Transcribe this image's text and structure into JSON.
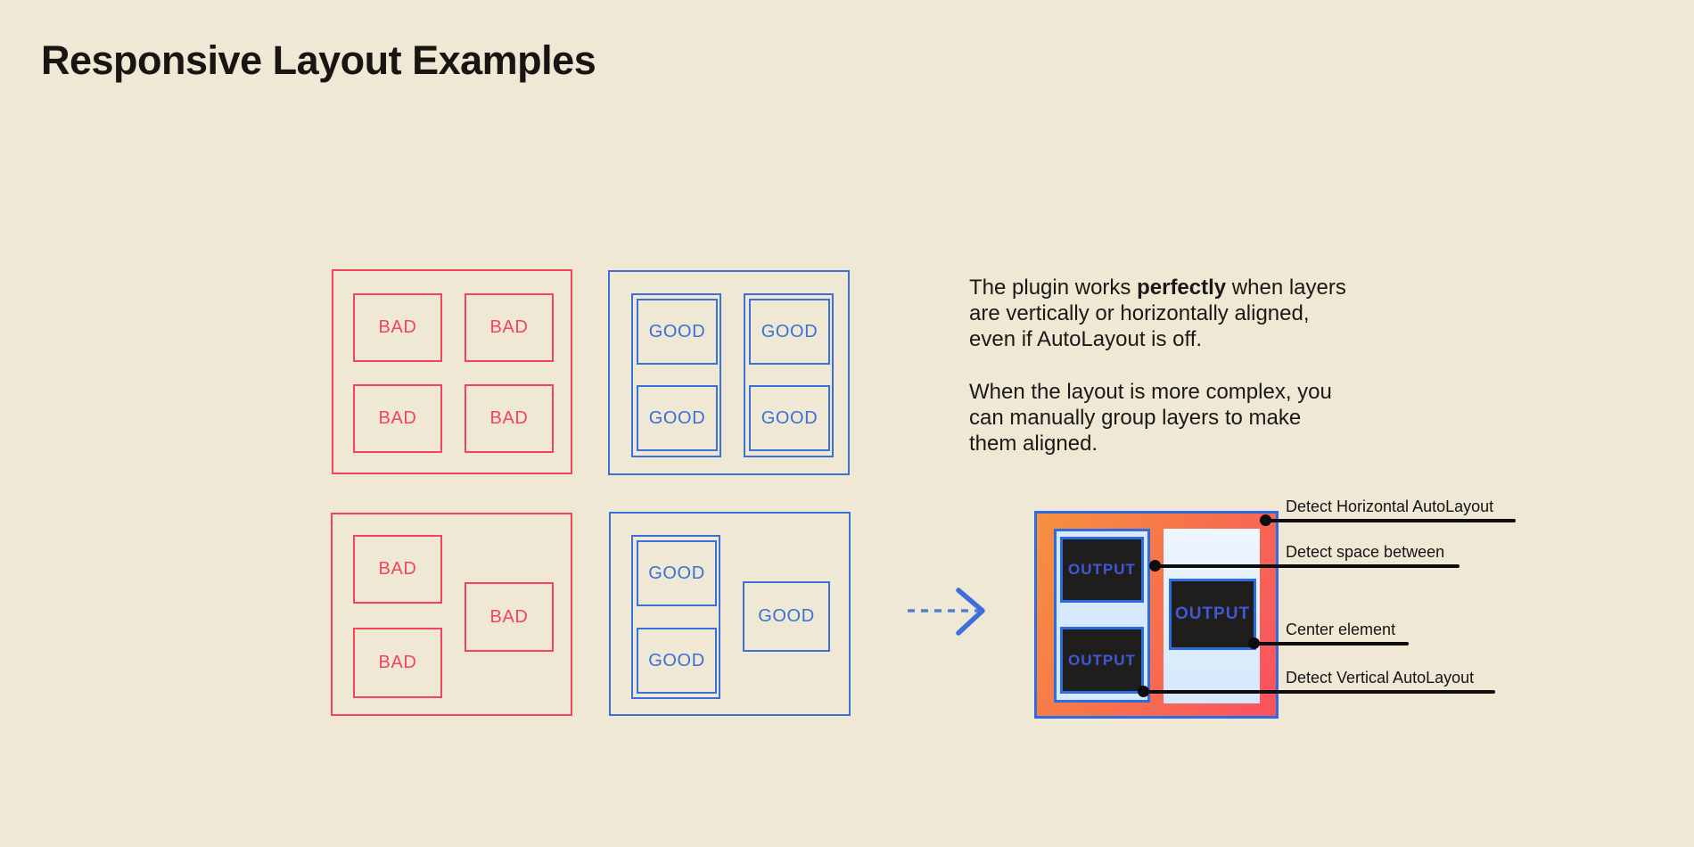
{
  "title": "Responsive Layout Examples",
  "labels": {
    "bad": "BAD",
    "good": "GOOD",
    "output": "OUTPUT"
  },
  "description": {
    "p1_before": "The plugin works ",
    "p1_bold": "perfectly",
    "p1_after": " when layers are vertically or horizontally aligned, even if AutoLayout is off.",
    "p2": "When the layout is more complex, you can manually group layers to make them aligned."
  },
  "annotations": {
    "horizontal": "Detect Horizontal AutoLayout",
    "space": "Detect space between",
    "center": "Center element",
    "vertical": "Detect Vertical AutoLayout"
  },
  "colors": {
    "background": "#efe8d4",
    "bad_red": "#f2455a",
    "good_blue": "#3b6fd9",
    "accent_blue": "#2e6ce2",
    "gradient_orange": "#f6913f",
    "gradient_red": "#f8555f",
    "light_blue_fill": "#d7e9fc",
    "dark_box": "#201e1d",
    "callout_line": "#0d0d0d",
    "text": "#181512"
  }
}
